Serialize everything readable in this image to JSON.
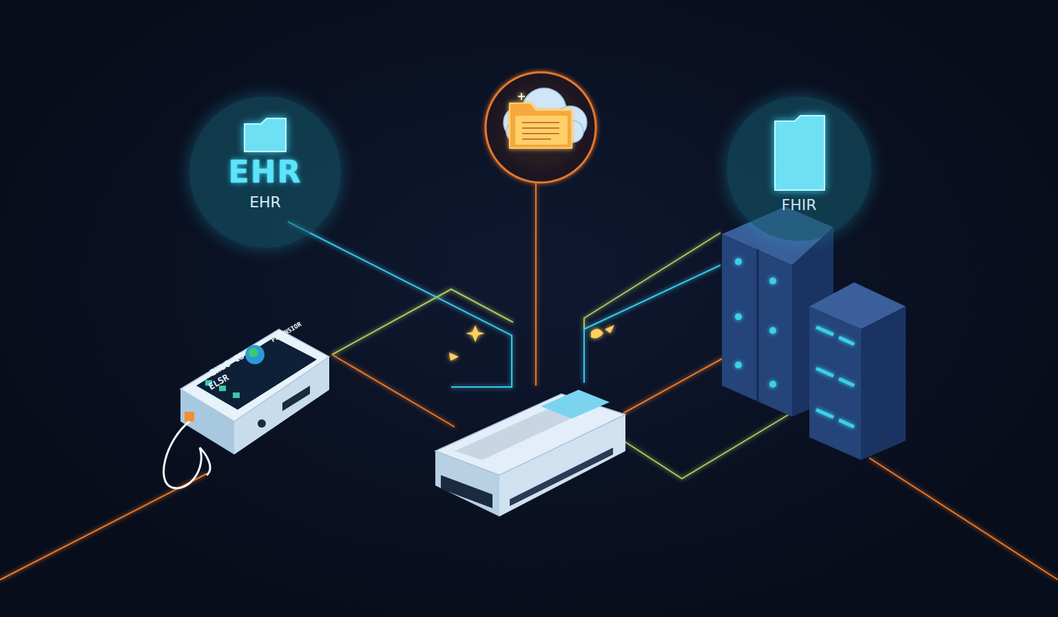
{
  "diagram": {
    "nodes": [
      {
        "text": [
          "EHR",
          "EHR"
        ]
      },
      {
        "text": [
          "FHIR"
        ]
      }
    ],
    "labels": [
      "PLDMNSIOR",
      "EHLC CS",
      "ELSR"
    ]
  }
}
